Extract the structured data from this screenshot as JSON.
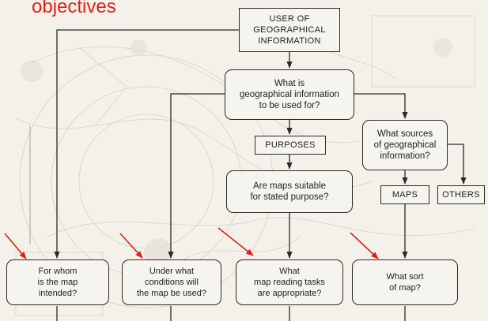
{
  "slide": {
    "heading": "objectives",
    "heading_color": "#e0201c"
  },
  "flowchart": {
    "user_box": "USER OF\nGEOGRAPHICAL\nINFORMATION",
    "use_question": "What is\ngeographical information\nto be used for?",
    "purposes_box": "PURPOSES",
    "suitability_question": "Are maps suitable\nfor stated purpose?",
    "sources_question": "What sources\nof geographical\ninformation?",
    "maps_box": "MAPS",
    "others_box": "OTHERS",
    "whom_question": "For whom\nis the map\nintended?",
    "conditions_question": "Under what\nconditions will\nthe map be used?",
    "tasks_question": "What\nmap reading tasks\nare appropriate?",
    "sort_question": "What sort\nof map?"
  },
  "annotations": {
    "arrow_color": "#e0201c",
    "pointer_arrows": [
      "arrow-to-whom",
      "arrow-to-conditions",
      "arrow-to-tasks",
      "arrow-to-sort"
    ]
  }
}
